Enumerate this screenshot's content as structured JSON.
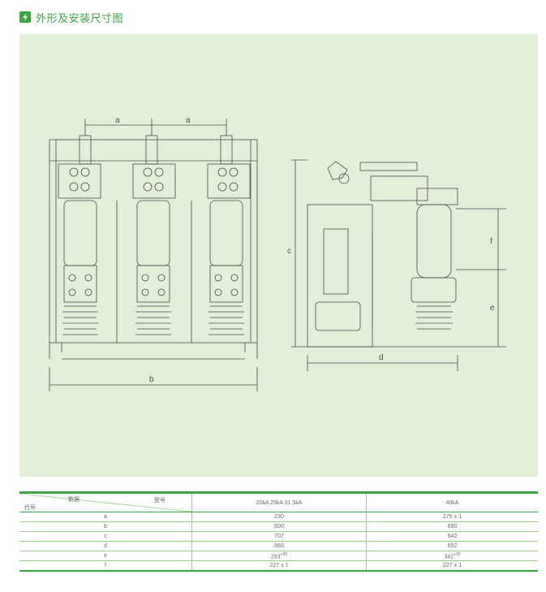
{
  "header": {
    "title": "外形及安装尺寸图",
    "icon": "lightning-bolt-icon",
    "accent_color": "#3aa640"
  },
  "drawing": {
    "front_labels": {
      "a1": "a",
      "a2": "a",
      "b": "b"
    },
    "side_labels": {
      "c": "c",
      "d": "d",
      "e": "e",
      "f": "f"
    },
    "background_color": "#e4efd9"
  },
  "table": {
    "corner": {
      "data_label": "数据",
      "model_label": "型号",
      "code_label": "代号"
    },
    "columns": [
      "20kA  25kA  31.5kA",
      "40kA"
    ],
    "rows": [
      {
        "code": "a",
        "v1": "230",
        "v2": "275 ± 1"
      },
      {
        "code": "b",
        "v1": "600",
        "v2": "690"
      },
      {
        "code": "c",
        "v1": "707",
        "v2": "842"
      },
      {
        "code": "d",
        "v1": "560",
        "v2": "652"
      },
      {
        "code": "e",
        "v1": "293",
        "v1_sup": "+2",
        "v1_sub": "0",
        "v2": "342",
        "v2_sup": "+2",
        "v2_sub": "0"
      },
      {
        "code": "f",
        "v1": "227 ± 1",
        "v2": "227 ± 1"
      }
    ]
  }
}
